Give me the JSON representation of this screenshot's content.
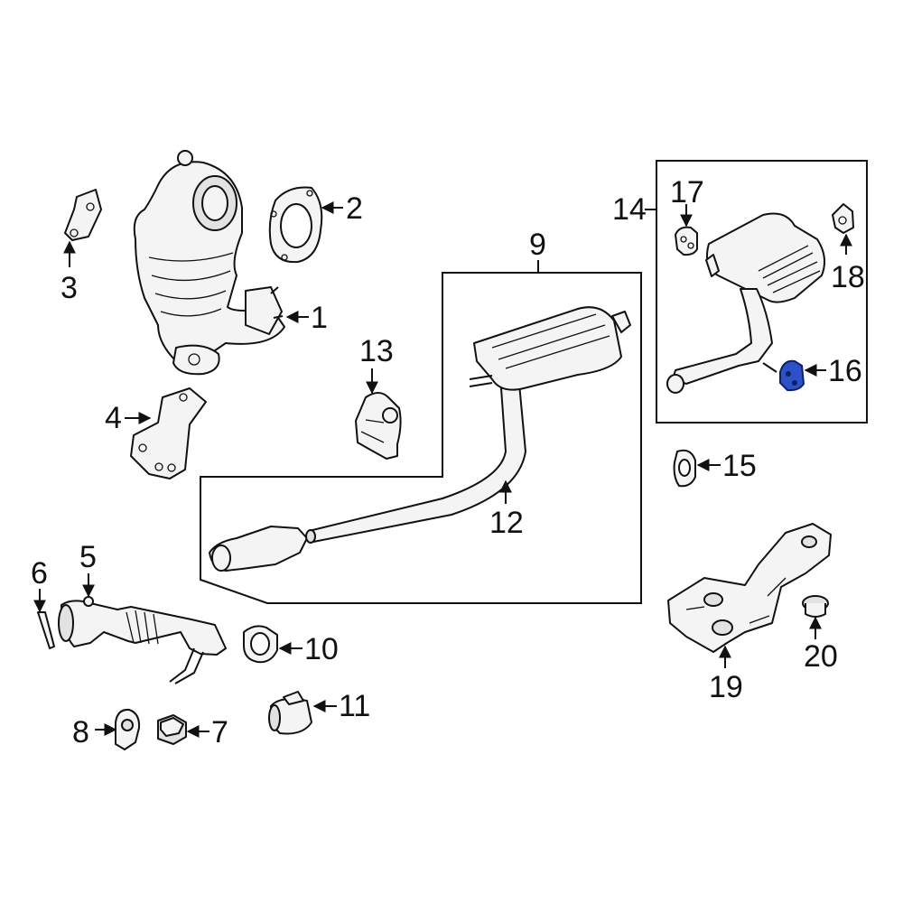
{
  "diagram": {
    "callouts": {
      "c1": "1",
      "c2": "2",
      "c3": "3",
      "c4": "4",
      "c5": "5",
      "c6": "6",
      "c7": "7",
      "c8": "8",
      "c9": "9",
      "c10": "10",
      "c11": "11",
      "c12": "12",
      "c13": "13",
      "c14": "14",
      "c15": "15",
      "c16": "16",
      "c17": "17",
      "c18": "18",
      "c19": "19",
      "c20": "20"
    },
    "highlighted_part": "16",
    "highlight_color": "#2d52c8",
    "line_color": "#111111"
  }
}
